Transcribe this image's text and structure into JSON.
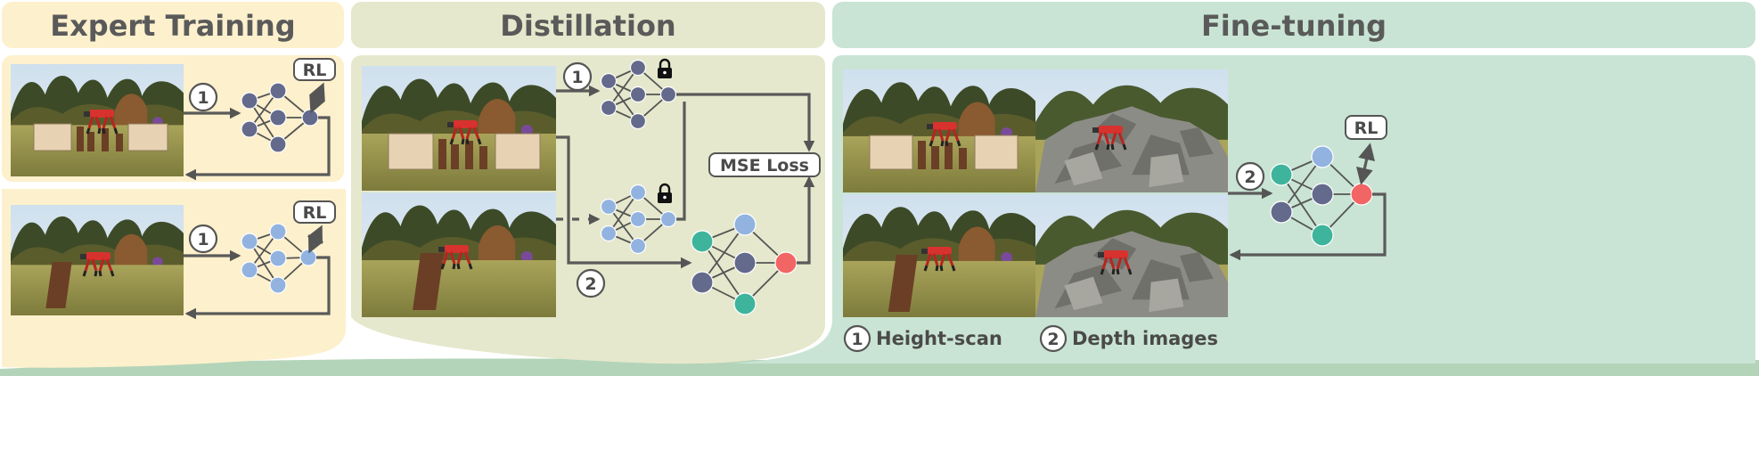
{
  "colors": {
    "expert_bg": "#fdf0cc",
    "distill_bg": "#e5e8cc",
    "finetune_bg": "#c9e4d4",
    "node_dark": "#636a8c",
    "node_light": "#92b3e0",
    "node_teal": "#3fb49c",
    "node_red": "#f26565",
    "arrow": "#555555",
    "text": "#4a4a4a"
  },
  "sections": {
    "expert": {
      "title": "Expert Training"
    },
    "distill": {
      "title": "Distillation"
    },
    "finetune": {
      "title": "Fine-tuning"
    }
  },
  "labels": {
    "rl": "RL",
    "mse_loss": "MSE Loss",
    "one": "1",
    "two": "2"
  },
  "legend": {
    "item1": {
      "num": "1",
      "text": "Height-scan"
    },
    "item2": {
      "num": "2",
      "text": "Depth images"
    }
  },
  "icons": [
    "lock-icon",
    "robot-scene-image"
  ]
}
